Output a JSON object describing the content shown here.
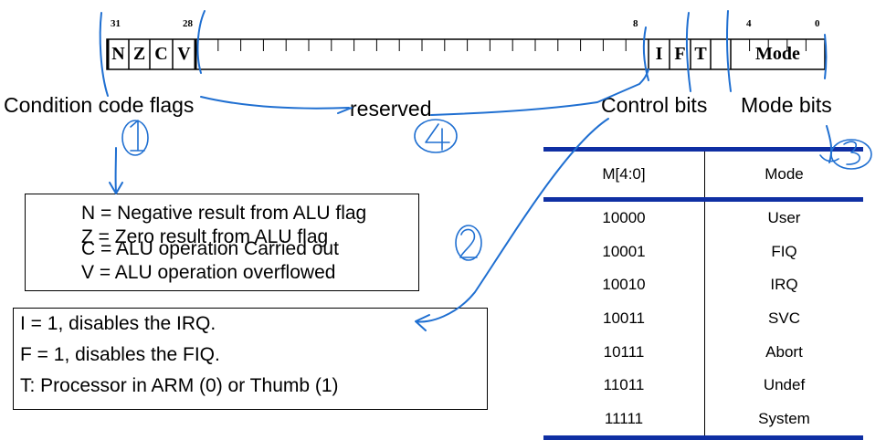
{
  "register": {
    "bit_numbers": {
      "b31": "31",
      "b28": "28",
      "b8": "8",
      "b4": "4",
      "b0": "0"
    },
    "condition_flags": [
      "N",
      "Z",
      "C",
      "V"
    ],
    "control_flags": [
      "I",
      "F",
      "T"
    ],
    "mode_field_label": "Mode"
  },
  "labels": {
    "condition": "Condition code flags",
    "reserved": "reserved",
    "control": "Control bits",
    "mode": "Mode bits"
  },
  "flag_box": {
    "lines": [
      "N = Negative result from ALU flag",
      "Z = Zero result from ALU flag",
      "C = ALU operation Carried out",
      "V = ALU operation overflowed"
    ]
  },
  "control_box": {
    "lines": [
      "I = 1, disables the IRQ.",
      "F = 1, disables the FIQ.",
      "T: Processor in ARM (0) or Thumb (1)"
    ]
  },
  "mode_table": {
    "headers": [
      "M[4:0]",
      "Mode"
    ],
    "rows": [
      [
        "10000",
        "User"
      ],
      [
        "10001",
        "FIQ"
      ],
      [
        "10010",
        "IRQ"
      ],
      [
        "10011",
        "SVC"
      ],
      [
        "10111",
        "Abort"
      ],
      [
        "11011",
        "Undef"
      ],
      [
        "11111",
        "System"
      ]
    ]
  },
  "annotations": {
    "color": "#1f6fd1",
    "circled_numbers": [
      "1",
      "2",
      "3",
      "4"
    ]
  },
  "colors": {
    "table_rule": "#0f2fa3",
    "ink": "#000000"
  }
}
